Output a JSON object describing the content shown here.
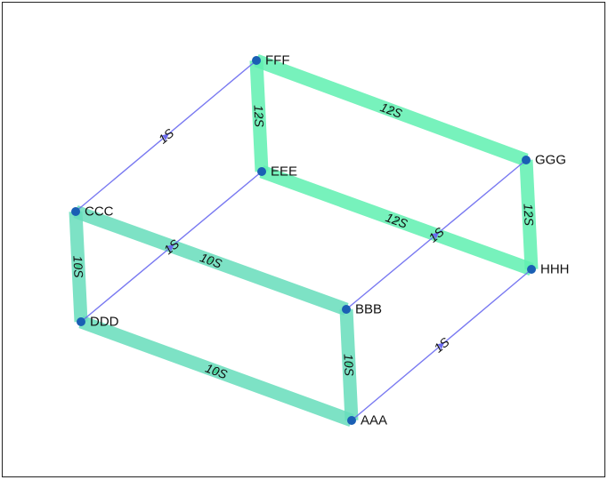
{
  "colors": {
    "thick_edge": "#5ff0b0",
    "thick_edge_alt": "#66ddbb",
    "thin_edge": "#6a6af0",
    "node": "#1a5fb4"
  },
  "nodes": [
    {
      "id": "FFF",
      "label": "FFF"
    },
    {
      "id": "EEE",
      "label": "EEE"
    },
    {
      "id": "GGG",
      "label": "GGG"
    },
    {
      "id": "HHH",
      "label": "HHH"
    },
    {
      "id": "CCC",
      "label": "CCC"
    },
    {
      "id": "DDD",
      "label": "DDD"
    },
    {
      "id": "BBB",
      "label": "BBB"
    },
    {
      "id": "AAA",
      "label": "AAA"
    }
  ],
  "edges": [
    {
      "from": "FFF",
      "to": "GGG",
      "label": "12S",
      "kind": "thick"
    },
    {
      "from": "EEE",
      "to": "FFF",
      "label": "12S",
      "kind": "thick"
    },
    {
      "from": "EEE",
      "to": "HHH",
      "label": "12S",
      "kind": "thick"
    },
    {
      "from": "GGG",
      "to": "HHH",
      "label": "12S",
      "kind": "thick"
    },
    {
      "from": "CCC",
      "to": "BBB",
      "label": "10S",
      "kind": "thick"
    },
    {
      "from": "CCC",
      "to": "DDD",
      "label": "10S",
      "kind": "thick"
    },
    {
      "from": "DDD",
      "to": "AAA",
      "label": "10S",
      "kind": "thick"
    },
    {
      "from": "BBB",
      "to": "AAA",
      "label": "10S",
      "kind": "thick"
    },
    {
      "from": "CCC",
      "to": "FFF",
      "label": "1S",
      "kind": "thin"
    },
    {
      "from": "DDD",
      "to": "EEE",
      "label": "1S",
      "kind": "thin"
    },
    {
      "from": "BBB",
      "to": "GGG",
      "label": "1S",
      "kind": "thin"
    },
    {
      "from": "AAA",
      "to": "HHH",
      "label": "1S",
      "kind": "thin"
    }
  ]
}
